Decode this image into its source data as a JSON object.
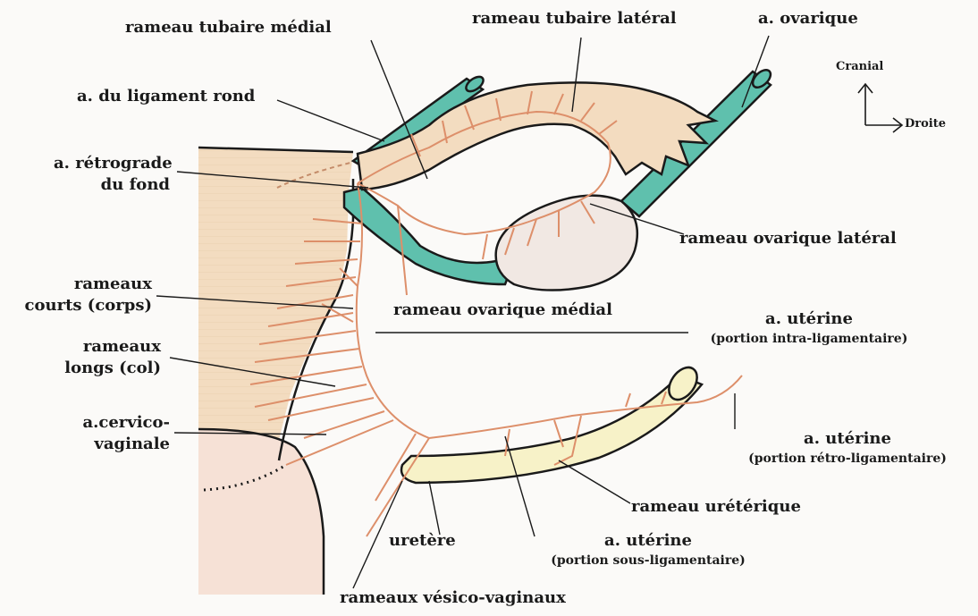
{
  "colors": {
    "uterus_fill": "#f3dcc0",
    "cervix_fill": "#f6e1d6",
    "artery_green": "#5fc0ad",
    "tube_fill": "#f3dcc0",
    "ovary_fill": "#f1e8e3",
    "ureter_fill": "#f7f2c8",
    "vessel_red": "#dd8f6a",
    "outline": "#1a1a1a"
  },
  "labels": {
    "rameau_tubaire_medial": "rameau tubaire médial",
    "rameau_tubaire_lateral": "rameau tubaire latéral",
    "a_ovarique": "a. ovarique",
    "a_ligament_rond": "a. du ligament rond",
    "a_retrograde_line1": "a. rétrograde",
    "a_retrograde_line2": "du fond",
    "rameau_ovarique_lateral": "rameau ovarique latéral",
    "rameaux_courts_line1": "rameaux",
    "rameaux_courts_line2": "courts (corps)",
    "rameau_ovarique_medial": "rameau ovarique médial",
    "a_uterine_intra": "a. utérine",
    "a_uterine_intra_sub": "(portion intra-ligamentaire)",
    "rameaux_longs_line1": "rameaux",
    "rameaux_longs_line2": "longs (col)",
    "a_cervico_line1": "a.cervico-",
    "a_cervico_line2": "vaginale",
    "a_uterine_retro": "a. utérine",
    "a_uterine_retro_sub": "(portion rétro-ligamentaire)",
    "rameau_ureterique": "rameau urétérique",
    "uretere": "uretère",
    "a_uterine_sous": "a. utérine",
    "a_uterine_sous_sub": "(portion sous-ligamentaire)",
    "rameaux_vesico": "rameaux vésico-vaginaux"
  },
  "orientation": {
    "cranial": "Cranial",
    "droite": "Droite"
  }
}
